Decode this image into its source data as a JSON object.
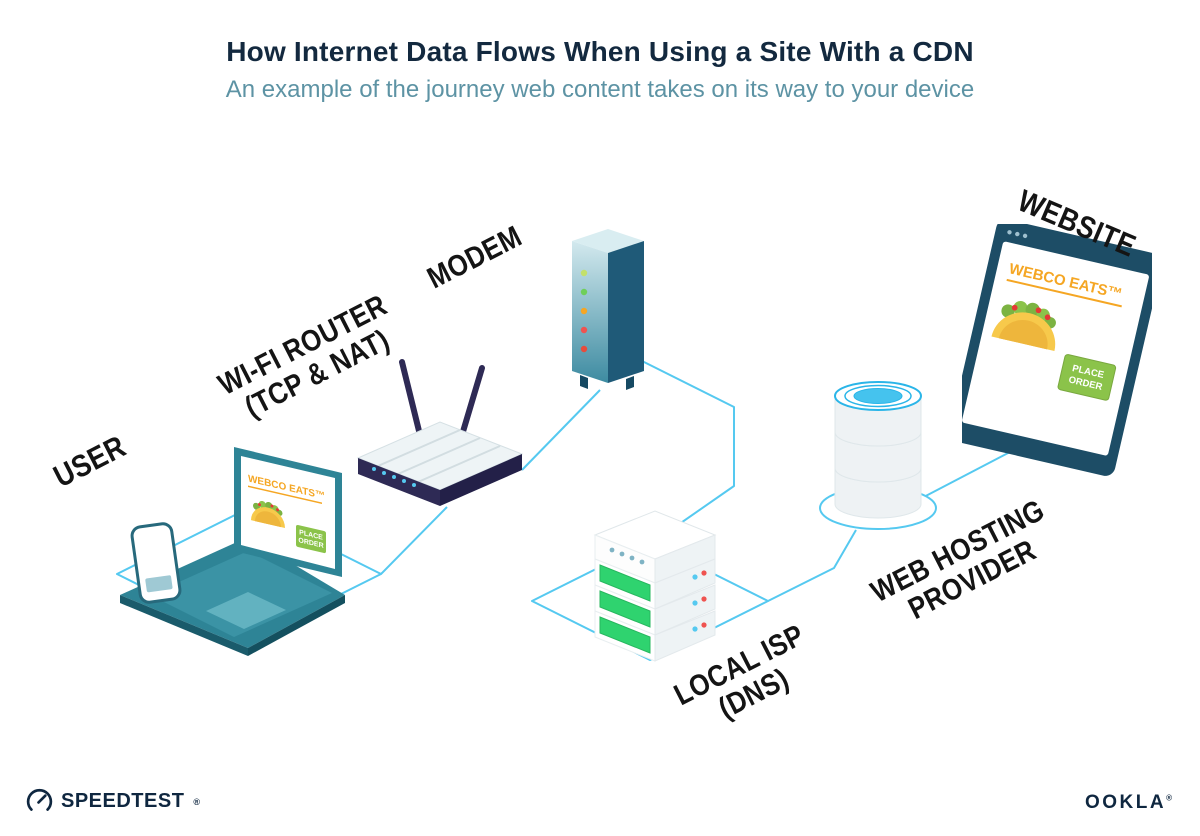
{
  "header": {
    "title": "How Internet Data Flows When Using a Site With a CDN",
    "subtitle": "An example of the journey web content takes on its way to your device"
  },
  "nodes": {
    "user": {
      "label": "USER"
    },
    "router": {
      "line1": "WI-FI ROUTER",
      "line2": "(TCP & NAT)"
    },
    "modem": {
      "label": "MODEM"
    },
    "isp": {
      "line1": "LOCAL ISP",
      "line2": "(DNS)"
    },
    "hosting": {
      "line1": "WEB HOSTING",
      "line2": "PROVIDER"
    },
    "website": {
      "label": "WEBSITE"
    }
  },
  "webco": {
    "brand": "WEBCO EATS™",
    "order_line1": "PLACE",
    "order_line2": "ORDER"
  },
  "footer": {
    "speedtest": "SPEEDTEST",
    "trademark": "®",
    "ookla": "OOKLA"
  },
  "colors": {
    "title_navy": "#13293f",
    "subtitle_teal": "#5d93a4",
    "wire_cyan": "#55c9f0",
    "brand_orange": "#f5a623",
    "button_green": "#8bc34a",
    "server_green": "#2fd36f",
    "laptop_teal": "#2e8496",
    "browser_navy": "#1d4d66",
    "router_navy": "#2e2a55"
  }
}
